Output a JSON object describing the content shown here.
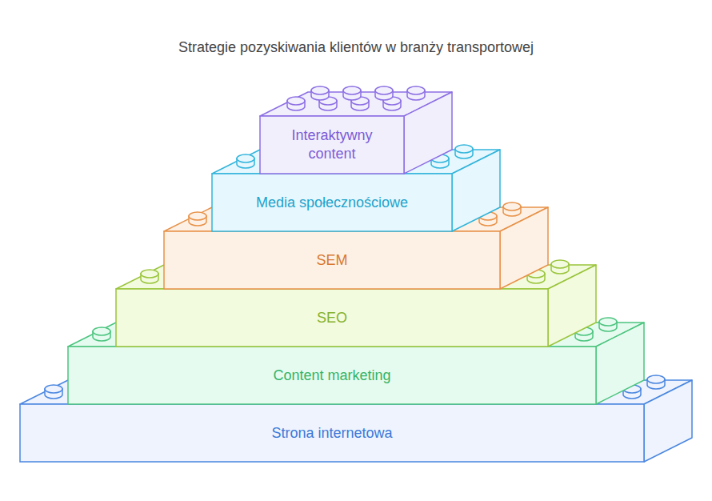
{
  "diagram": {
    "title": "Strategie pozyskiwania klientów w branży transportowej",
    "nodes": [
      {
        "text": [
          "Interaktywny content"
        ]
      },
      {
        "text": [
          "Media społecznościowe"
        ]
      },
      {
        "text": [
          "SEM"
        ]
      },
      {
        "text": [
          "SEO"
        ]
      },
      {
        "text": [
          "Content marketing"
        ]
      },
      {
        "text": [
          "Strona internetowa"
        ]
      }
    ]
  }
}
